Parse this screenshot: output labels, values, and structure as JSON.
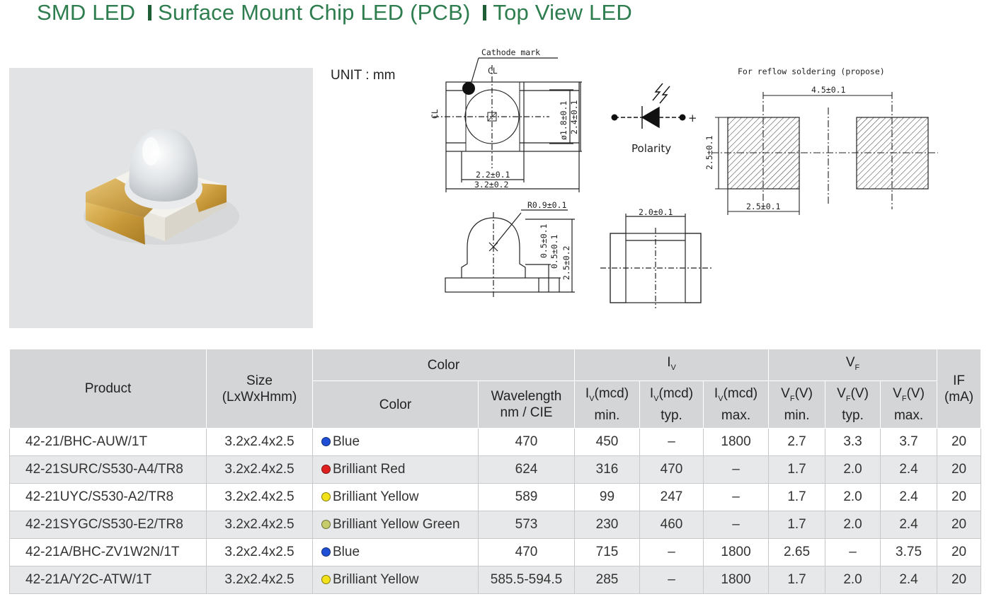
{
  "header": {
    "title_part1": "SMD LED",
    "title_part2": "Surface Mount Chip LED (PCB)",
    "title_part3": "Top View LED"
  },
  "unit_label": "UNIT : mm",
  "drawing": {
    "cathode_mark": "Cathode mark",
    "cl_mark": "CL",
    "dim_diam": "ø1.8±0.1",
    "dim_24": "2.4±0.1",
    "dim_22": "2.2±0.1",
    "dim_32": "3.2±0.2",
    "polarity": "Polarity",
    "plus": "+",
    "reflow": "For reflow soldering (propose)",
    "dim_45": "4.5±0.1",
    "dim_25v": "2.5±0.1",
    "dim_25h": "2.5±0.1",
    "radius": "R0.9±0.1",
    "dim_05a": "0.5±0.1",
    "dim_05b": "0.5±0.1",
    "dim_25s": "2.5±0.2",
    "dim_20": "2.0±0.1"
  },
  "table": {
    "h_product": "Product",
    "h_size": "Size",
    "h_size_unit": "(LxWxHmm)",
    "h_color_group": "Color",
    "h_iv_group": "I",
    "h_iv_sub": "V",
    "h_vf_group": "V",
    "h_vf_sub": "F",
    "h_if": "IF",
    "h_if_unit": "(mA)",
    "h_color": "Color",
    "h_wave1": "Wavelength",
    "h_wave2": "nm / CIE",
    "h_iv_unit": "(mcd)",
    "h_vf_unit": "(V)",
    "h_min": "min.",
    "h_typ": "typ.",
    "h_max": "max.",
    "rows": [
      {
        "product": "42-21/BHC-AUW/1T",
        "size": "3.2x2.4x2.5",
        "color_hex": "#1f4fd6",
        "color": "Blue",
        "wavelength": "470",
        "iv_min": "450",
        "iv_typ": "–",
        "iv_max": "1800",
        "vf_min": "2.7",
        "vf_typ": "3.3",
        "vf_max": "3.7",
        "if": "20"
      },
      {
        "product": "42-21SURC/S530-A4/TR8",
        "size": "3.2x2.4x2.5",
        "color_hex": "#e02020",
        "color": "Brilliant Red",
        "wavelength": "624",
        "iv_min": "316",
        "iv_typ": "470",
        "iv_max": "–",
        "vf_min": "1.7",
        "vf_typ": "2.0",
        "vf_max": "2.4",
        "if": "20"
      },
      {
        "product": "42-21UYC/S530-A2/TR8",
        "size": "3.2x2.4x2.5",
        "color_hex": "#f2e21a",
        "color": "Brilliant Yellow",
        "wavelength": "589",
        "iv_min": "99",
        "iv_typ": "247",
        "iv_max": "–",
        "vf_min": "1.7",
        "vf_typ": "2.0",
        "vf_max": "2.4",
        "if": "20"
      },
      {
        "product": "42-21SYGC/S530-E2/TR8",
        "size": "3.2x2.4x2.5",
        "color_hex": "#c6cc6a",
        "color": "Brilliant Yellow Green",
        "wavelength": "573",
        "iv_min": "230",
        "iv_typ": "460",
        "iv_max": "–",
        "vf_min": "1.7",
        "vf_typ": "2.0",
        "vf_max": "2.4",
        "if": "20"
      },
      {
        "product": "42-21A/BHC-ZV1W2N/1T",
        "size": "3.2x2.4x2.5",
        "color_hex": "#1f4fd6",
        "color": "Blue",
        "wavelength": "470",
        "iv_min": "715",
        "iv_typ": "–",
        "iv_max": "1800",
        "vf_min": "2.65",
        "vf_typ": "–",
        "vf_max": "3.75",
        "if": "20"
      },
      {
        "product": "42-21A/Y2C-ATW/1T",
        "size": "3.2x2.4x2.5",
        "color_hex": "#f2e21a",
        "color": "Brilliant Yellow",
        "wavelength": "585.5-594.5",
        "iv_min": "285",
        "iv_typ": "–",
        "iv_max": "1800",
        "vf_min": "1.7",
        "vf_typ": "2.0",
        "vf_max": "2.4",
        "if": "20"
      }
    ]
  }
}
